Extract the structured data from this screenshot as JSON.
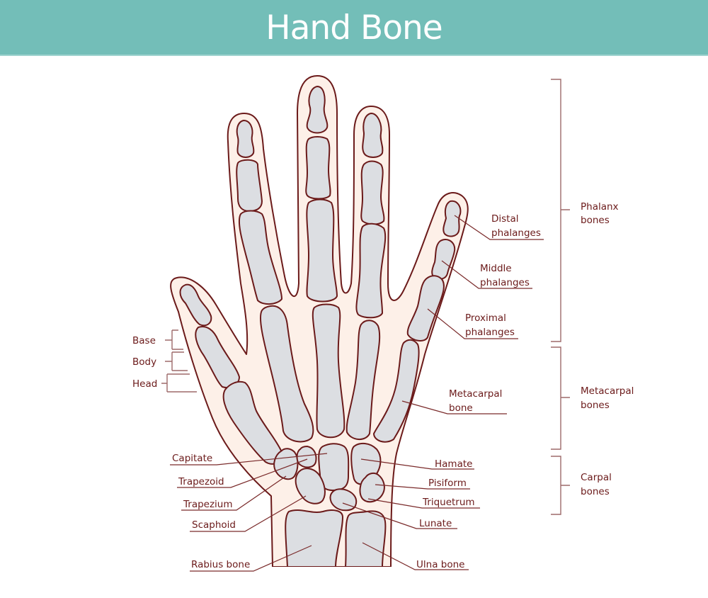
{
  "header": {
    "title": "Hand Bone",
    "background_color": "#73beb8",
    "text_color": "#ffffff"
  },
  "colors": {
    "outline": "#6b1a1a",
    "skin": "#fdf0e8",
    "bone": "#dcdee2",
    "label_text": "#6b1a1a",
    "bracket": "#9d6a6a"
  },
  "groups": {
    "phalanx": {
      "line1": "Phalanx",
      "line2": "bones"
    },
    "metacarpal": {
      "line1": "Metacarpal",
      "line2": "bones"
    },
    "carpal": {
      "line1": "Carpal",
      "line2": "bones"
    }
  },
  "parts": {
    "base": "Base",
    "body": "Body",
    "head": "Head"
  },
  "labels": {
    "distal": {
      "line1": "Distal",
      "line2": "phalanges"
    },
    "middle": {
      "line1": "Middle",
      "line2": "phalanges"
    },
    "proximal": {
      "line1": "Proximal",
      "line2": "phalanges"
    },
    "metacarpal": {
      "line1": "Metacarpal",
      "line2": "bone"
    },
    "capitate": "Capitate",
    "trapezoid": "Trapezoid",
    "trapezium": "Trapezium",
    "scaphoid": "Scaphoid",
    "radius": "Rabius bone",
    "hamate": "Hamate",
    "pisiform": "Pisiform",
    "triquetrum": "Triquetrum",
    "lunate": "Lunate",
    "ulna": "Ulna bone"
  }
}
